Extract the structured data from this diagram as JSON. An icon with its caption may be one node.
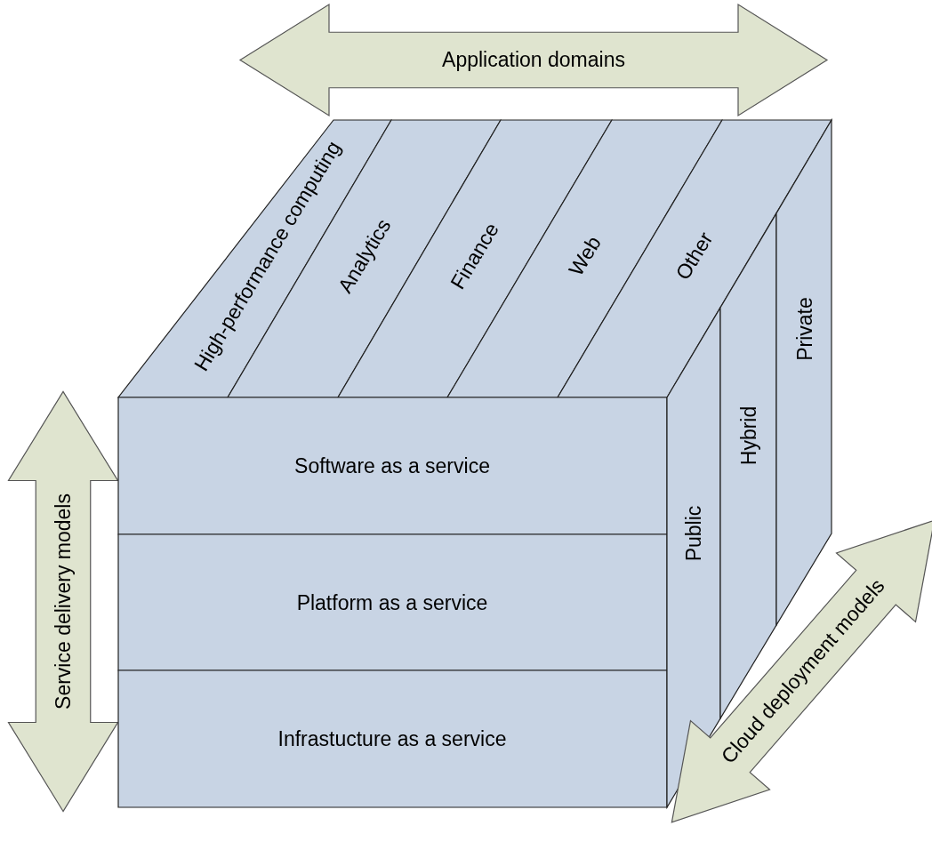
{
  "diagram": {
    "nodes": [
      {
        "text": [
          "Application domains"
        ]
      },
      {
        "text": [
          "High-performance computing"
        ]
      },
      {
        "text": [
          "Analytics"
        ]
      },
      {
        "text": [
          "Finance"
        ]
      },
      {
        "text": [
          "Web"
        ]
      },
      {
        "text": [
          "Other"
        ]
      },
      {
        "text": [
          "Service delivery models"
        ]
      },
      {
        "text": [
          "Software as a service"
        ]
      },
      {
        "text": [
          "Platform as a service"
        ]
      },
      {
        "text": [
          "Infrastucture as a service"
        ]
      },
      {
        "text": [
          "Public"
        ]
      },
      {
        "text": [
          "Hybrid"
        ]
      },
      {
        "text": [
          "Private"
        ]
      },
      {
        "text": [
          "Cloud deployment models"
        ]
      }
    ]
  }
}
